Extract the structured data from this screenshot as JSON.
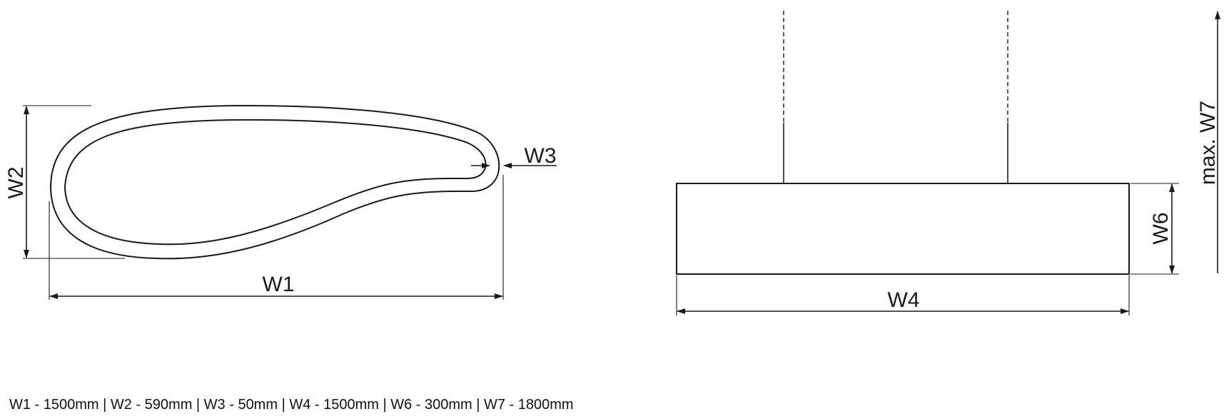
{
  "colors": {
    "line": "#1a1a1a",
    "background": "#ffffff",
    "text": "#111111"
  },
  "labels": {
    "w1": "W1",
    "w2": "W2",
    "w3": "W3",
    "w4": "W4",
    "w6": "W6",
    "w7": "max. W7"
  },
  "spec_text": "W1 - 1500mm | W2 - 590mm | W3 - 50mm | W4 - 1500mm | W6 - 300mm | W7 - 1800mm"
}
